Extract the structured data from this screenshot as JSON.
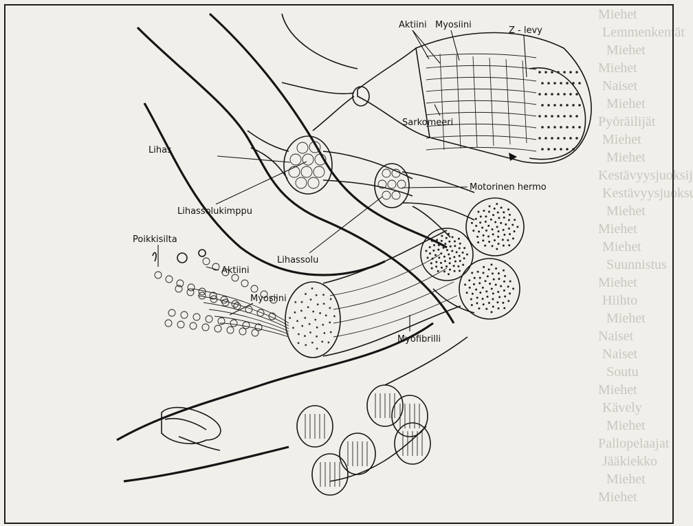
{
  "labels": {
    "aktiini_top": "Aktiini",
    "myosiini_top": "Myosiini",
    "z_levy": "Z - levy",
    "sarkomeeri": "Sarkomeeri",
    "lihas": "Lihas",
    "motorinen_hermo": "Motorinen hermo",
    "lihassolukimppu": "Lihassolukimppu",
    "lihassolu": "Lihassolu",
    "poikkisilta": "Poikkisilta",
    "aktiini_left": "Aktiini",
    "myosiini_left": "Myosiini",
    "myofibrilli": "Myofibrilli"
  },
  "bleed_through": [
    "Miehet",
    "Lemmenkentät",
    "Miehet",
    "Miehet",
    "Naiset",
    "Miehet",
    "Pyöräilijät",
    "Miehet",
    "Miehet",
    "Kestävyysjuoksijat",
    "Kestävyysjuoksu",
    "Miehet",
    "Miehet",
    "Miehet",
    "Suunnistus",
    "Miehet",
    "Hiihto",
    "Miehet",
    "Naiset",
    "Naiset",
    "Soutu",
    "Miehet",
    "Kävely",
    "Miehet",
    "Pallopelaajat",
    "Jääkiekko",
    "Miehet",
    "Miehet"
  ],
  "colors": {
    "ink": "#151515",
    "paper": "#f1efea",
    "bleed": "#c9c6c0"
  }
}
